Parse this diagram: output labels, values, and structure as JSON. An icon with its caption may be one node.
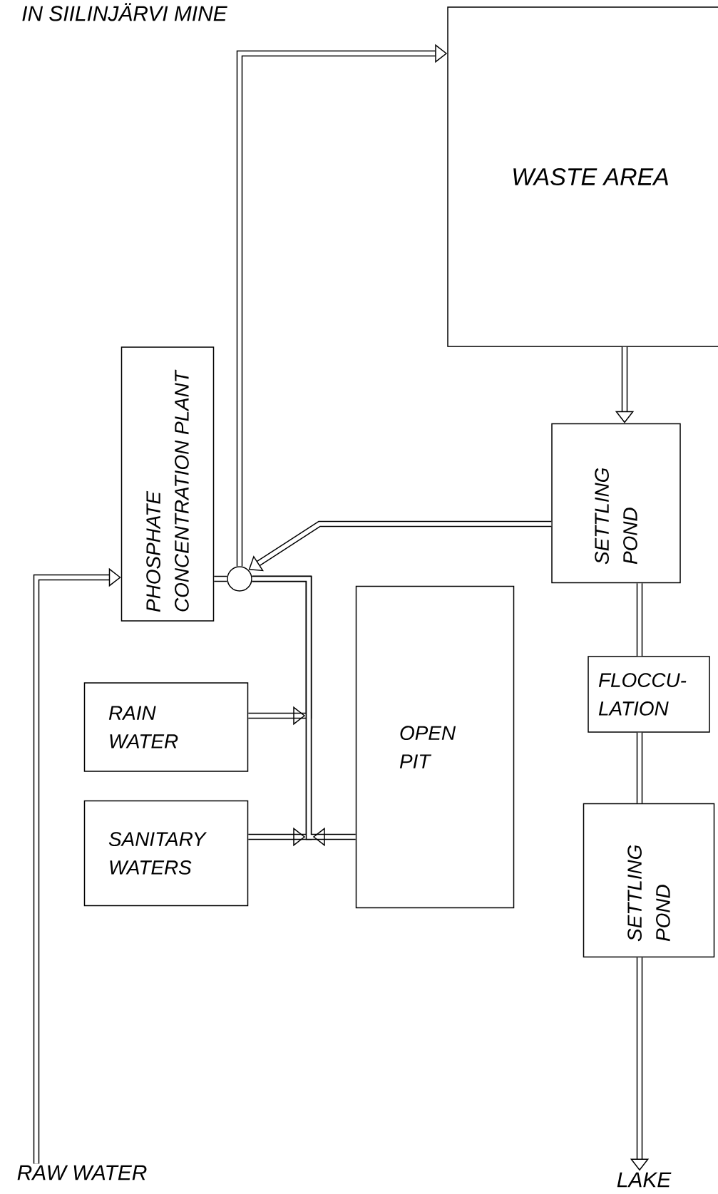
{
  "diagram": {
    "title": "IN SIILINJÄRVI MINE",
    "nodes": [
      {
        "text": [
          "WASTE AREA"
        ]
      },
      {
        "text": [
          "PHOSPHATE CONCENTRATION PLANT"
        ]
      },
      {
        "text": [],
        "shape": "circle"
      },
      {
        "text": [
          "SETTLING POND"
        ]
      },
      {
        "text": [
          "FLOCCU- LATION"
        ]
      },
      {
        "text": [
          "SETTLING POND"
        ]
      },
      {
        "text": [
          "RAIN WATER"
        ]
      },
      {
        "text": [
          "SANITARY WATERS"
        ]
      },
      {
        "text": [
          "OPEN PIT"
        ]
      },
      {
        "text": [
          "RAW WATER"
        ]
      },
      {
        "text": [
          "LAKE"
        ]
      }
    ],
    "edges": [
      {
        "from": 9,
        "to": 1,
        "arrow": "to"
      },
      {
        "from": 1,
        "to": 2,
        "arrow": "none"
      },
      {
        "from": 2,
        "to": 0,
        "arrow": "to"
      },
      {
        "from": 0,
        "to": 3,
        "arrow": "to"
      },
      {
        "from": 3,
        "to": 2,
        "arrow": "to"
      },
      {
        "from": 3,
        "to": 4,
        "arrow": "none"
      },
      {
        "from": 4,
        "to": 5,
        "arrow": "none"
      },
      {
        "from": 5,
        "to": 10,
        "arrow": "to"
      },
      {
        "from": 6,
        "to": 2,
        "arrow": "to"
      },
      {
        "from": 7,
        "to": 2,
        "arrow": "to"
      },
      {
        "from": 8,
        "to": 2,
        "arrow": "to"
      }
    ]
  }
}
